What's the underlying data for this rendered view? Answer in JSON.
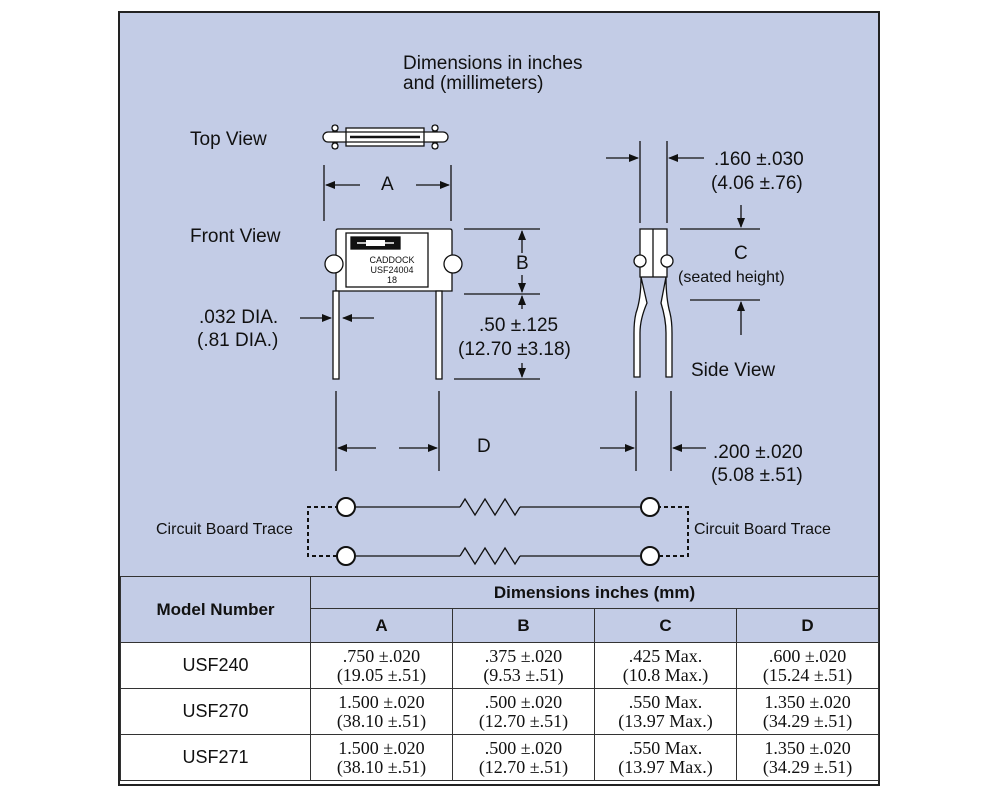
{
  "diagram": {
    "header_line1": "Dimensions in inches",
    "header_line2": "and (millimeters)",
    "top_view": "Top View",
    "front_view": "Front View",
    "side_view": "Side View",
    "dim_a": "A",
    "dim_b": "B",
    "dim_c": "C",
    "dim_c_note": "(seated height)",
    "dim_d": "D",
    "lead_dia_in": ".032 DIA.",
    "lead_dia_mm": "(.81 DIA.)",
    "lead_len_in": ".50 ±.125",
    "lead_len_mm": "(12.70 ±3.18)",
    "thickness_in": ".160 ±.030",
    "thickness_mm": "(4.06 ±.76)",
    "spacing_in": ".200 ±.020",
    "spacing_mm": "(5.08 ±.51)",
    "body_brand": "CADDOCK",
    "body_model": "USF24004",
    "body_code": "18",
    "trace_left": "Circuit Board Trace",
    "trace_right": "Circuit Board Trace"
  },
  "table": {
    "model_header": "Model Number",
    "dims_header": "Dimensions  inches (mm)",
    "columns": [
      "A",
      "B",
      "C",
      "D"
    ],
    "rows": [
      {
        "model": "USF240",
        "cells": [
          [
            ".750 ±.020",
            "(19.05 ±.51)"
          ],
          [
            ".375 ±.020",
            "(9.53 ±.51)"
          ],
          [
            ".425 Max.",
            "(10.8 Max.)"
          ],
          [
            ".600 ±.020",
            "(15.24 ±.51)"
          ]
        ]
      },
      {
        "model": "USF270",
        "cells": [
          [
            "1.500 ±.020",
            "(38.10 ±.51)"
          ],
          [
            ".500 ±.020",
            "(12.70 ±.51)"
          ],
          [
            ".550 Max.",
            "(13.97 Max.)"
          ],
          [
            "1.350 ±.020",
            "(34.29 ±.51)"
          ]
        ]
      },
      {
        "model": "USF271",
        "cells": [
          [
            "1.500 ±.020",
            "(38.10 ±.51)"
          ],
          [
            ".500 ±.020",
            "(12.70 ±.51)"
          ],
          [
            ".550 Max.",
            "(13.97 Max.)"
          ],
          [
            "1.350 ±.020",
            "(34.29 ±.51)"
          ]
        ]
      }
    ]
  },
  "colors": {
    "panel": "#c3cce6",
    "line": "#111111",
    "border": "#222222"
  }
}
